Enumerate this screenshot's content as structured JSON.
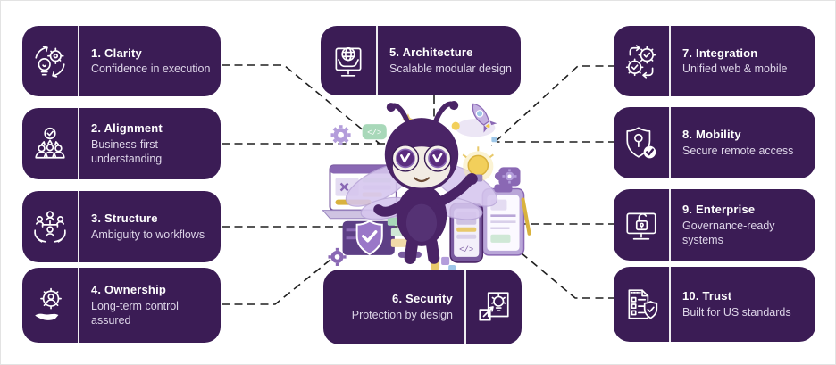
{
  "colors": {
    "card_background": "#3b1c55",
    "card_title": "#ffffff",
    "card_subtitle": "#ddd5e8",
    "divider": "#ffffff",
    "connector_line": "#1f1f1f",
    "page_background": "#ffffff",
    "mascot_purple": "#4a2466",
    "mascot_accent": "#f2cf5b"
  },
  "cards": [
    {
      "title": "1. Clarity",
      "subtitle": "Confidence in execution",
      "icon": "gears-lightbulb-cycle-icon"
    },
    {
      "title": "2. Alignment",
      "subtitle": "Business-first understanding",
      "icon": "team-check-icon"
    },
    {
      "title": "3. Structure",
      "subtitle": "Ambiguity to workflows",
      "icon": "hands-org-chart-icon"
    },
    {
      "title": "4. Ownership",
      "subtitle": "Long-term control assured",
      "icon": "hand-gear-user-icon"
    },
    {
      "title": "5. Architecture",
      "subtitle": "Scalable modular design",
      "icon": "monitor-globe-hands-icon"
    },
    {
      "title": "6. Security",
      "subtitle": "Protection by design",
      "icon": "idea-frame-arrow-icon"
    },
    {
      "title": "7. Integration",
      "subtitle": "Unified web & mobile",
      "icon": "gears-sync-check-icon"
    },
    {
      "title": "8. Mobility",
      "subtitle": "Secure remote access",
      "icon": "shield-keyhole-check-icon"
    },
    {
      "title": "9. Enterprise",
      "subtitle": "Governance-ready systems",
      "icon": "monitor-unlock-icon"
    },
    {
      "title": "10. Trust",
      "subtitle": "Built for US standards",
      "icon": "checklist-shield-icon"
    }
  ]
}
